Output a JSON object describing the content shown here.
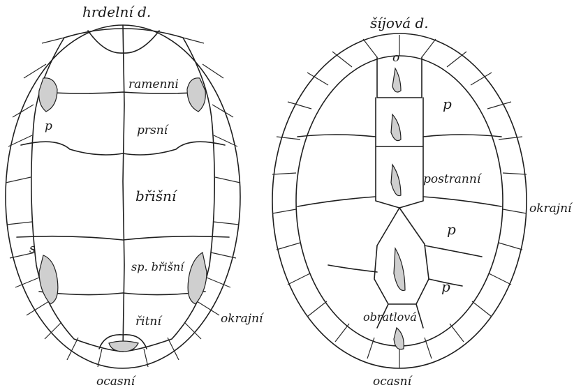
{
  "left_figure": {
    "labels": {
      "top": "hrdelní d.",
      "ramenni": "ramenni",
      "p": "p",
      "prsni": "prsní",
      "brisni": "břišní",
      "s": "s",
      "sp_brisni": "sp. břišní",
      "ritni": "řitní",
      "okrajni": "okrajní",
      "bottom": "ocasní"
    }
  },
  "right_figure": {
    "labels": {
      "top": "šíjová d.",
      "o": "o",
      "p1": "p",
      "postranni": "postranní",
      "okrajni": "okrajní",
      "p2": "p",
      "p3": "p",
      "obratlova": "obratlová",
      "bottom": "ocasní"
    }
  },
  "colors": {
    "ink": "#1f1f1f",
    "paper": "#ffffff",
    "shade": "#cfcfcf"
  }
}
